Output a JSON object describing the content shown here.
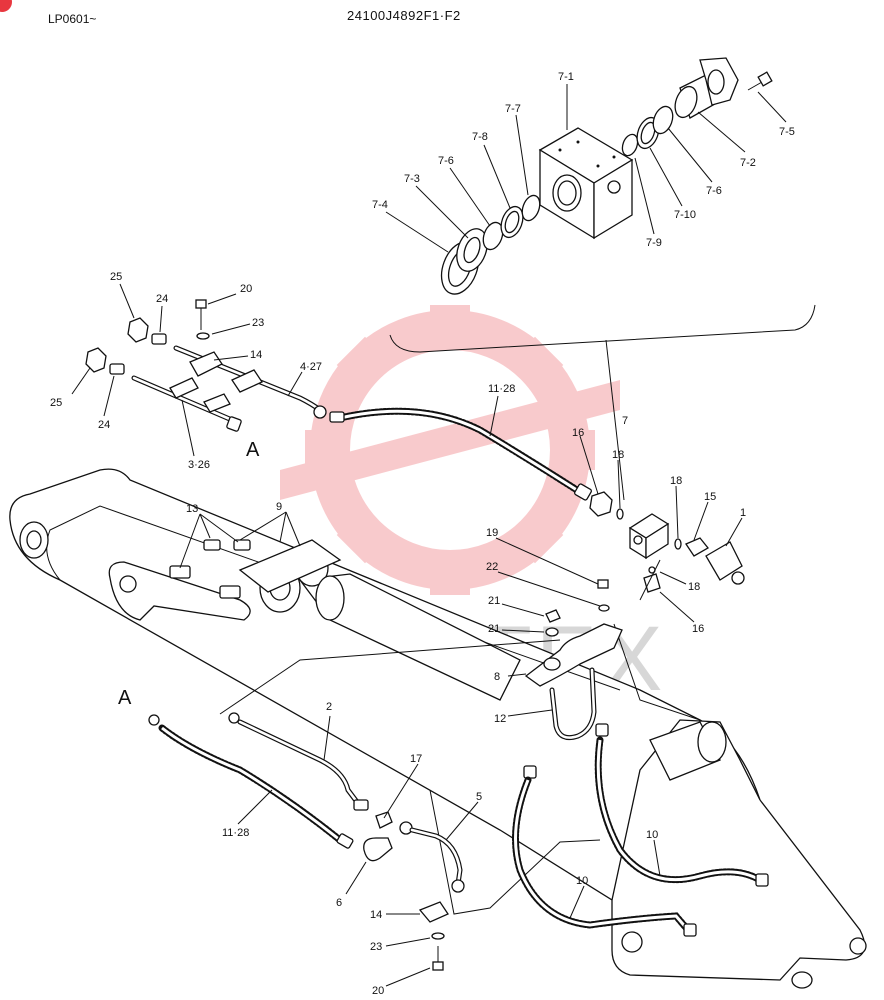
{
  "header": {
    "left_code": "LP0601~",
    "drawing_number": "24100J4892F1·F2"
  },
  "watermark": {
    "text": "ИНТЕХ",
    "color": "#e8373f"
  },
  "labels": {
    "p7_1": "7-1",
    "p7_2": "7-2",
    "p7_3": "7-3",
    "p7_4": "7-4",
    "p7_5": "7-5",
    "p7_6a": "7-6",
    "p7_6b": "7-6",
    "p7_7": "7-7",
    "p7_8": "7-8",
    "p7_9": "7-9",
    "p7_10": "7-10",
    "p25a": "25",
    "p25b": "25",
    "p24a": "24",
    "p24b": "24",
    "p20a": "20",
    "p20b": "20",
    "p23a": "23",
    "p23b": "23",
    "p14a": "14",
    "p14b": "14",
    "p4_27": "4·27",
    "p3_26": "3·26",
    "p11_28a": "11·28",
    "p11_28b": "11·28",
    "p16a": "16",
    "p16b": "16",
    "p18a": "18",
    "p18b": "18",
    "p18c": "18",
    "p7": "7",
    "p15": "15",
    "p1": "1",
    "p13": "13",
    "p9": "9",
    "p19": "19",
    "p22": "22",
    "p21a": "21",
    "p21b": "21",
    "p8": "8",
    "p12": "12",
    "p2": "2",
    "p17": "17",
    "p5": "5",
    "p6": "6",
    "p10a": "10",
    "p10b": "10",
    "ref_a1": "A",
    "ref_a2": "A"
  }
}
